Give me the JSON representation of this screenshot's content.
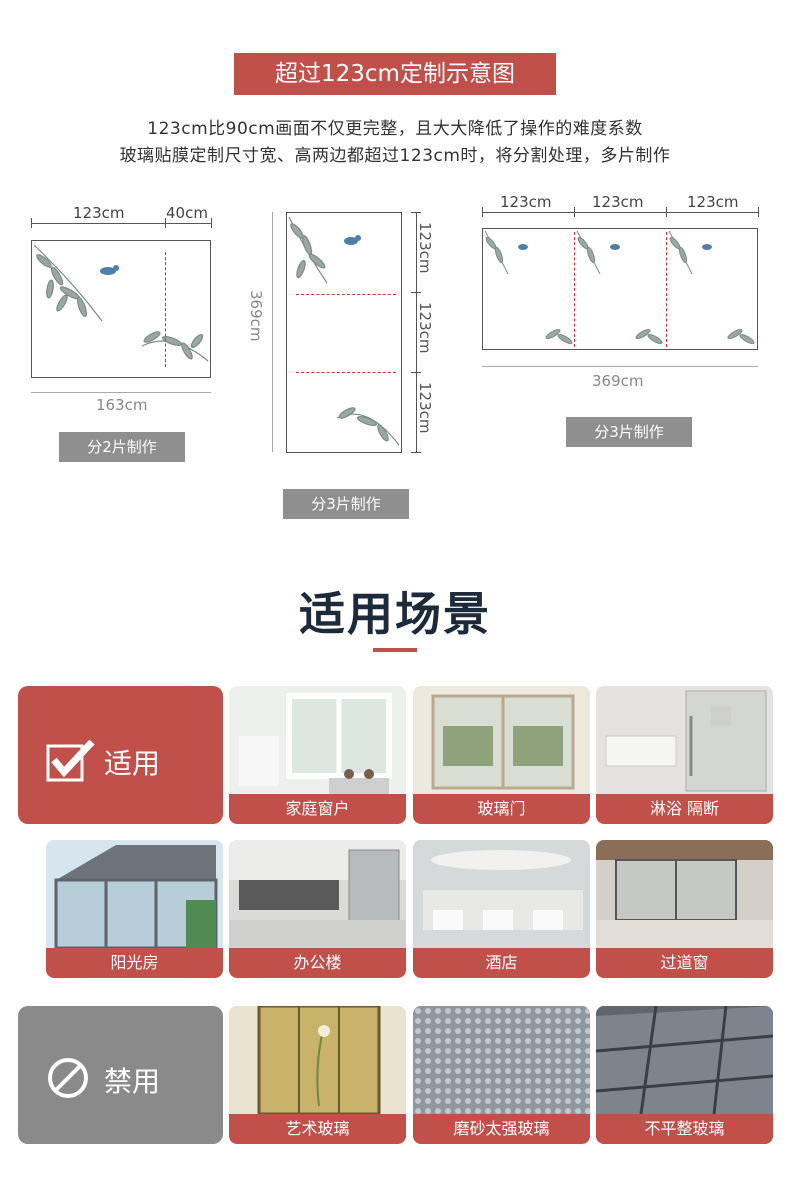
{
  "header": {
    "banner": "超过123cm定制示意图",
    "line1": "123cm比90cm画面不仅更完整，且大大降低了操作的难度系数",
    "line2": "玻璃贴膜定制尺寸宽、高两边都超过123cm时，将分割处理，多片制作"
  },
  "diagram1": {
    "top_a": "123cm",
    "top_b": "40cm",
    "bottom": "163cm",
    "pill": "分2片制作"
  },
  "diagram2": {
    "left": "369cm",
    "seg1": "123cm",
    "seg2": "123cm",
    "seg3": "123cm",
    "pill": "分3片制作"
  },
  "diagram3": {
    "top1": "123cm",
    "top2": "123cm",
    "top3": "123cm",
    "bottom": "369cm",
    "pill": "分3片制作"
  },
  "section": {
    "title": "适用场景"
  },
  "suitable": {
    "label": "适用",
    "icon": "checkmark-icon"
  },
  "forbidden": {
    "label": "禁用",
    "icon": "no-entry-icon"
  },
  "scenes": [
    {
      "caption": "家庭窗户"
    },
    {
      "caption": "玻璃门"
    },
    {
      "caption": "淋浴 隔断"
    },
    {
      "caption": "阳光房"
    },
    {
      "caption": "办公楼"
    },
    {
      "caption": "酒店"
    },
    {
      "caption": "过道窗"
    }
  ],
  "forbidden_scenes": [
    {
      "caption": "艺术玻璃"
    },
    {
      "caption": "磨砂太强玻璃"
    },
    {
      "caption": "不平整玻璃"
    }
  ],
  "colors": {
    "accent": "#c1504b",
    "gray": "#8a8a8a",
    "title": "#1d2a3a"
  }
}
